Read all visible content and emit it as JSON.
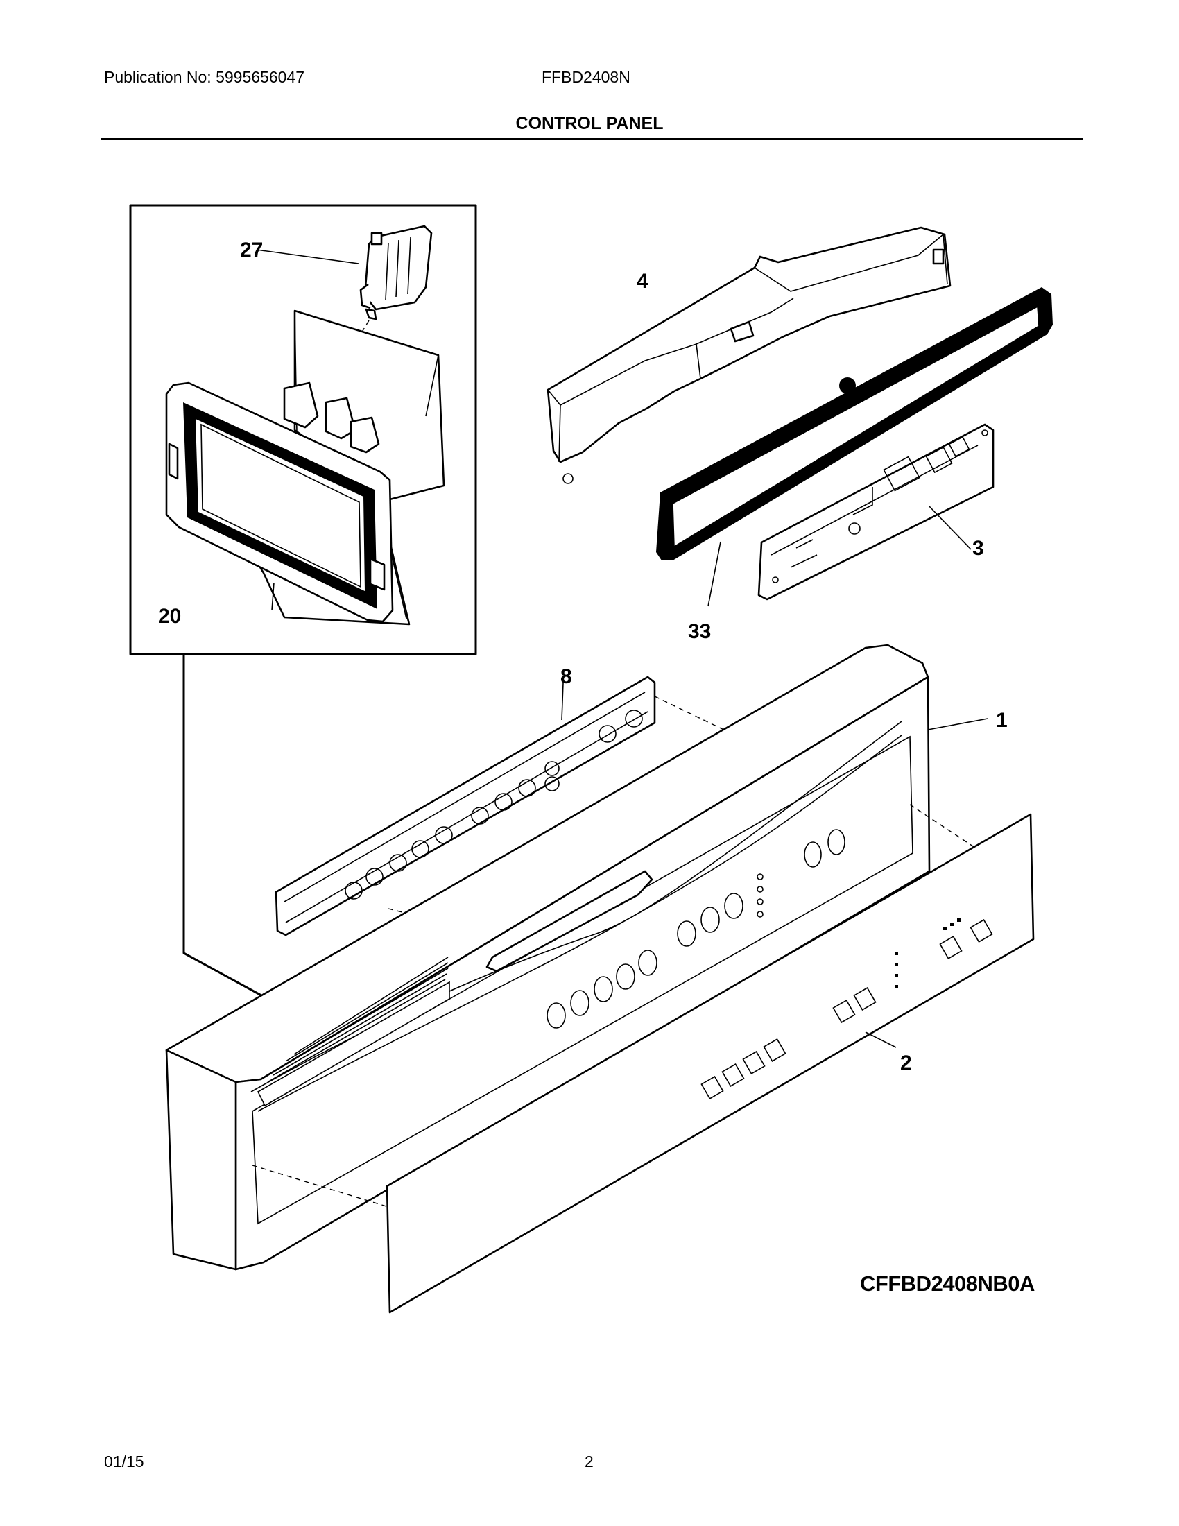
{
  "header": {
    "publication": "Publication No: 5995656047",
    "model": "FFBD2408N",
    "title": "CONTROL PANEL"
  },
  "callouts": {
    "p27": "27",
    "p4": "4",
    "p20": "20",
    "p3": "3",
    "p33": "33",
    "p8": "8",
    "p1": "1",
    "p2": "2"
  },
  "drawing_code": "CFFBD2408NB0A",
  "footer": {
    "date": "01/15",
    "page": "2"
  }
}
